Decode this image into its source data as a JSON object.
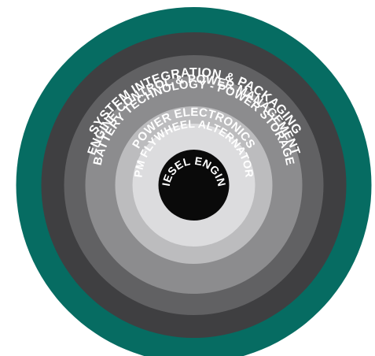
{
  "diagram": {
    "layers": [
      {
        "id": "system-integration",
        "label": "SYSTEM INTEGRATION & PACKAGING",
        "color": "#066c62"
      },
      {
        "id": "engine-control",
        "label": "ENGINE CONTROL & POWER MANAGEMENT",
        "color": "#3f3f41"
      },
      {
        "id": "battery-technology",
        "label": "BATTERY TECHNOLOGY - POWER STORAGE",
        "color": "#616163"
      },
      {
        "id": "power-electronics",
        "label": "POWER ELECTRONICS",
        "color": "#8c8c8e"
      },
      {
        "id": "pm-flywheel",
        "label": "PM FLYWHEEL ALTERNATOR",
        "color": "#bcbcbe"
      },
      {
        "id": "diesel-engine",
        "label": "DIESEL ENGINE",
        "color": "#0a0a0a"
      }
    ]
  }
}
